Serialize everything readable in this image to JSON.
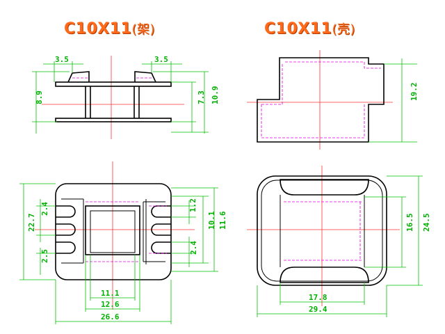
{
  "titles": {
    "left": {
      "main": "C10X11",
      "paren": "(架)"
    },
    "right": {
      "main": "C10X11",
      "paren": "(壳)"
    }
  },
  "dims": {
    "bobbin_side_left_35": "3.5",
    "bobbin_side_right_35": "3.5",
    "bobbin_side_89": "8.9",
    "bobbin_side_73": "7.3",
    "bobbin_side_109": "10.9",
    "bobbin_top_227": "22.7",
    "bobbin_top_24_left": "2.4",
    "bobbin_top_25_left": "2.5",
    "bobbin_top_12": "1.2",
    "bobbin_top_24_right": "2.4",
    "bobbin_top_101": "10.1",
    "bobbin_top_116": "11.6",
    "bobbin_top_111": "11.1",
    "bobbin_top_126": "12.6",
    "bobbin_top_266": "26.6",
    "case_side_192": "19.2",
    "case_top_165": "16.5",
    "case_top_245": "24.5",
    "case_top_178": "17.8",
    "case_top_294": "29.4"
  },
  "colors": {
    "title": "#ff6a1a",
    "dimension": "#00b000",
    "outline": "#000000",
    "centerline": "#ff3030",
    "hidden": "#e000e0"
  }
}
